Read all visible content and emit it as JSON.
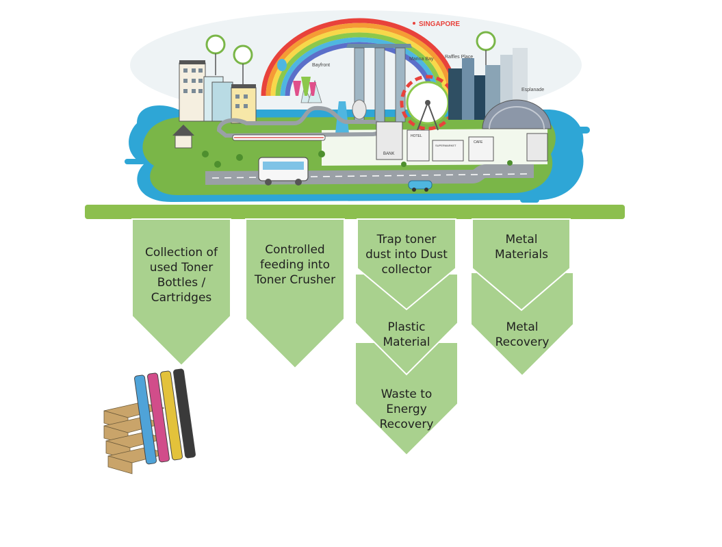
{
  "illustration": {
    "city_name": "SINGAPORE",
    "landmarks": [
      "Bayfront",
      "Marina Bay",
      "Raffles Place",
      "Esplanade"
    ],
    "shop_signs": [
      "BANK",
      "HOTEL",
      "SUPERMARKET",
      "CAFE"
    ],
    "colors": {
      "rainbow": [
        "#e8423b",
        "#f59b35",
        "#f7d84a",
        "#8cc84b",
        "#4fb6e0",
        "#5b6fc9"
      ],
      "water": "#2ea6d6",
      "grass": "#7ab648"
    }
  },
  "platform_bar": {
    "color": "#8cbf4e"
  },
  "chevron_color": "#a9d18e",
  "steps": [
    {
      "id": "collection",
      "label": "Collection of\nused Toner\nBottles /\nCartridges"
    },
    {
      "id": "crushing",
      "label": "Controlled\nfeeding into\nToner Crusher"
    },
    {
      "id": "dust",
      "label": "Trap toner\ndust into Dust\ncollector"
    },
    {
      "id": "plastic",
      "label": "Plastic\nMaterial"
    },
    {
      "id": "energy",
      "label": "Waste to\nEnergy\nRecovery"
    },
    {
      "id": "metal-materials",
      "label": "Metal\nMaterials"
    },
    {
      "id": "metal-recovery",
      "label": "Metal\nRecovery"
    }
  ],
  "cartridges": {
    "colors": [
      "#4fa3d8",
      "#d14d8a",
      "#e3c23b",
      "#3a3a3a"
    ],
    "box_color": "#c9a46a"
  }
}
